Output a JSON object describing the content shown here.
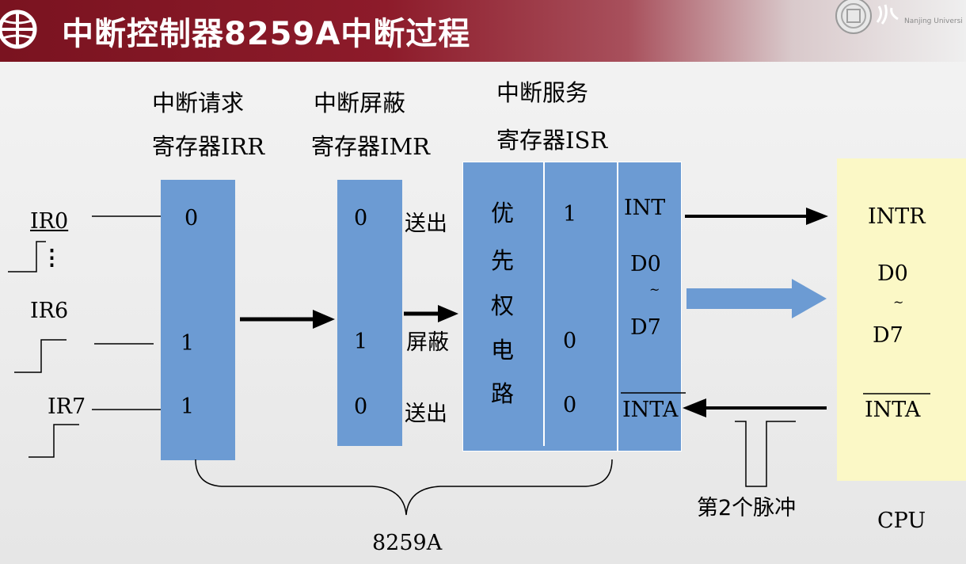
{
  "header": {
    "title": "中断控制器8259A中断过程",
    "logo_text": "Nanjing Universi"
  },
  "diagram": {
    "irr_heading_1": "中断请求",
    "irr_heading_2": "寄存器IRR",
    "imr_heading_1": "中断屏蔽",
    "imr_heading_2": "寄存器IMR",
    "isr_heading_1": "中断服务",
    "isr_heading_2": "寄存器ISR",
    "ir0": "IR0",
    "ir_dots": "⋮",
    "ir6": "IR6",
    "ir7": "IR7",
    "irr_values": [
      "0",
      "1",
      "1"
    ],
    "imr_values": [
      "0",
      "1",
      "0"
    ],
    "imr_labels": [
      "送出",
      "屏蔽",
      "送出"
    ],
    "priority_chars": [
      "优",
      "先",
      "权",
      "电",
      "路"
    ],
    "isr_values": [
      "1",
      "0",
      "0"
    ],
    "pin_int": "INT",
    "pin_d0": "D0",
    "pin_tilde": "~",
    "pin_d7": "D7",
    "pin_inta": "INTA",
    "cpu_intr": "INTR",
    "cpu_d0": "D0",
    "cpu_tilde": "~",
    "cpu_d7": "D7",
    "cpu_inta": "INTA",
    "cpu_label": "CPU",
    "pulse_label": "第2个脉冲",
    "chip_label": "8259A"
  },
  "colors": {
    "register_fill": "#6c9bd3",
    "cpu_fill": "#fbf8c6",
    "title_bar": "#8d1b2a",
    "data_bus_arrow": "#6c9bd3"
  }
}
